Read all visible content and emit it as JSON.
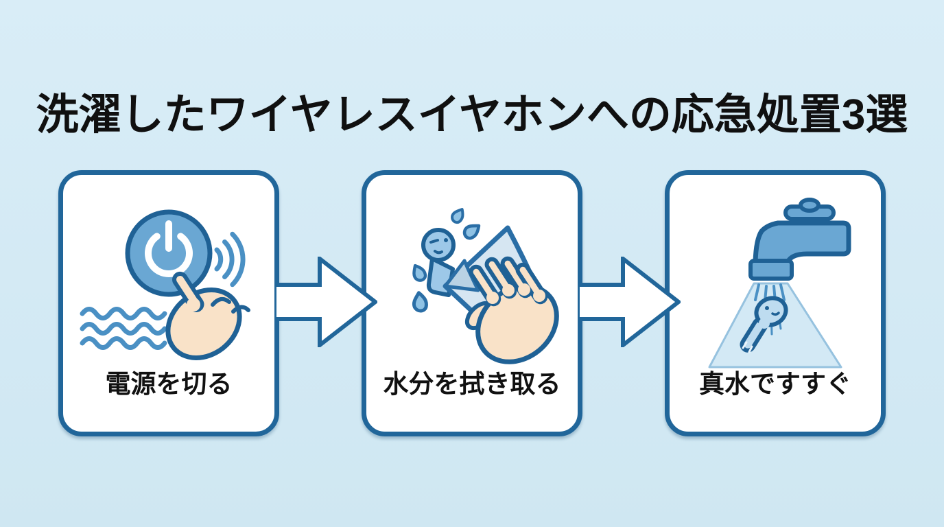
{
  "title": "洗濯したワイヤレスイヤホンへの応急処置3選",
  "steps": [
    {
      "label": "電源を切る",
      "icon": "power-button-press-icon"
    },
    {
      "label": "水分を拭き取る",
      "icon": "wipe-moisture-cloth-icon"
    },
    {
      "label": "真水ですすぐ",
      "icon": "faucet-rinse-icon"
    }
  ],
  "arrows": {
    "count": 2,
    "icon": "right-block-arrow-icon"
  },
  "colors": {
    "background": "#d9edf7",
    "card_background": "#ffffff",
    "card_border": "#21669a",
    "outline_blue": "#1f6195",
    "primary_blue": "#6aa7d3",
    "accent_blue": "#4a90c4",
    "light_blue": "#d6e6f2",
    "skin": "#f9e2c8",
    "title_text": "#101010"
  }
}
